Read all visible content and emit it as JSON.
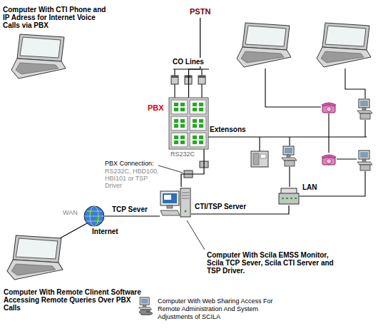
{
  "diagram": {
    "nodes": [
      {
        "text": [
          "Computer With CTI Phone and IP Adress for Internet Voice Calls via PBX"
        ]
      },
      {
        "text": [
          "PSTN"
        ]
      },
      {
        "text": [
          "PBX",
          "RS232C"
        ]
      },
      {
        "text": [
          "Internet"
        ]
      },
      {
        "text": [
          "Computer With Scila EMSS Monitor, Scila TCP Sever, Scila CTI Server and TSP Driver."
        ]
      },
      {
        "text": [
          "Computer With Remote Clinent Software Accessing Remote Queries Over PBX Calls"
        ]
      },
      {
        "text": [
          "LAN"
        ]
      },
      {
        "text": [
          "Computer With Web Sharing Access For Remote Administration And System Adjustments of SCILA"
        ]
      }
    ],
    "edges": [
      {
        "from": 1,
        "to": 2,
        "label": "CO Lines",
        "arrow": "none"
      },
      {
        "from": 2,
        "to": 4,
        "arrow": "none"
      },
      {
        "from": 4,
        "to": 3,
        "label": "TCP Sever",
        "arrow": "none"
      },
      {
        "from": 3,
        "to": 5,
        "arrow": "none"
      },
      {
        "from": 4,
        "to": 6,
        "label": "CTI/TSP Server",
        "arrow": "none"
      }
    ],
    "labels": [
      "WAN",
      "Extensons",
      "PBX Connection:",
      "RS232C, HBD100, HBI101 or TSP Driver"
    ]
  }
}
